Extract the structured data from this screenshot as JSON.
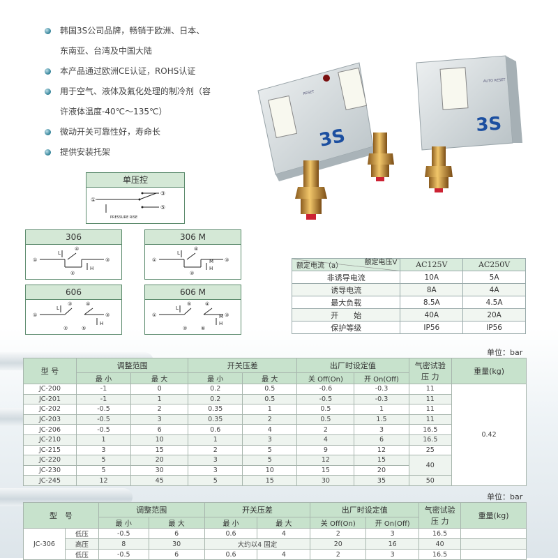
{
  "features": [
    [
      "韩国3S公司品牌，畅销于欧洲、日本、",
      "东南亚、台湾及中国大陆"
    ],
    [
      "本产品通过欧洲CE认证，ROHS认证"
    ],
    [
      "用于空气、液体及氟化处理的制冷剂（容",
      "许液体温度-40℃～135℃）"
    ],
    [
      "微动开关可靠性好，寿命长"
    ],
    [
      "提供安装托架"
    ]
  ],
  "photo": {
    "left_label": "RESET",
    "right_label": "AUTO RESET",
    "brand": "3S"
  },
  "schematics": {
    "single": {
      "title": "单压控",
      "caption": "PRESSURE RISE",
      "n1": "①",
      "n3": "③",
      "n5": "⑤"
    },
    "s306": {
      "title": "306"
    },
    "s306m": {
      "title": "306 M"
    },
    "s606": {
      "title": "606"
    },
    "s606m": {
      "title": "606 M"
    },
    "labels": {
      "c1": "①",
      "c2": "②",
      "c3": "③",
      "c4": "④",
      "c5": "⑤",
      "c6": "⑥",
      "L": "L",
      "H": "H",
      "M": "M"
    }
  },
  "rating": {
    "voltage_label": "额定电压V",
    "current_label": "额定电流（a）",
    "cols": [
      "AC125V",
      "AC250V"
    ],
    "rows": [
      [
        "非诱导电流",
        "10A",
        "5A"
      ],
      [
        "诱导电流",
        "8A",
        "4A"
      ],
      [
        "最大负载",
        "8.5A",
        "4.5A"
      ],
      [
        "开　　始",
        "40A",
        "20A"
      ],
      [
        "保护等级",
        "IP56",
        "IP56"
      ]
    ]
  },
  "unit1": "单位：bar",
  "unit2": "单位：bar",
  "table1": {
    "model": "型 号",
    "range": "调整范围",
    "diff": "开关压差",
    "factory": "出厂时设定值",
    "test": [
      "气密试验",
      "压 力"
    ],
    "weight": "重量(kg)",
    "min": "最 小",
    "max": "最 大",
    "off": "关 Off(On)",
    "on": "开 On(Off)",
    "weight_value": "0.42",
    "rows": [
      [
        "JC-200",
        "-1",
        "0",
        "0.2",
        "0.5",
        "-0.6",
        "-0.3",
        "11"
      ],
      [
        "JC-201",
        "-1",
        "1",
        "0.2",
        "0.5",
        "-0.5",
        "-0.3",
        "11"
      ],
      [
        "JC-202",
        "-0.5",
        "2",
        "0.35",
        "1",
        "0.5",
        "1",
        "11"
      ],
      [
        "JC-203",
        "-0.5",
        "3",
        "0.35",
        "2",
        "0.5",
        "1.5",
        "11"
      ],
      [
        "JC-206",
        "-0.5",
        "6",
        "0.6",
        "4",
        "2",
        "3",
        "16.5"
      ],
      [
        "JC-210",
        "1",
        "10",
        "1",
        "3",
        "4",
        "6",
        "16.5"
      ],
      [
        "JC-215",
        "3",
        "15",
        "2",
        "5",
        "9",
        "12",
        "25"
      ],
      [
        "JC-220",
        "5",
        "20",
        "3",
        "5",
        "12",
        "15",
        "40"
      ],
      [
        "JC-230",
        "5",
        "30",
        "3",
        "10",
        "15",
        "20",
        ""
      ],
      [
        "JC-245",
        "12",
        "45",
        "5",
        "15",
        "30",
        "35",
        "50"
      ]
    ]
  },
  "table2": {
    "model": "型　号",
    "range": "调整范围",
    "diff": "开关压差",
    "factory": "出厂时设定值",
    "test": [
      "气密试验",
      "压 力"
    ],
    "weight": "重量(kg)",
    "min": "最 小",
    "max": "最 大",
    "off": "关 Off(On)",
    "on": "开 On(Off)",
    "model_name": "JC-306",
    "rows": [
      [
        "低压",
        "-0.5",
        "6",
        "0.6",
        "4",
        "2",
        "3",
        "16.5"
      ],
      [
        "高压",
        "8",
        "30",
        "大约以4 固定",
        "",
        "20",
        "16",
        "40"
      ],
      [
        "低压",
        "-0.5",
        "6",
        "0.6",
        "4",
        "2",
        "3",
        "16.5"
      ]
    ]
  }
}
